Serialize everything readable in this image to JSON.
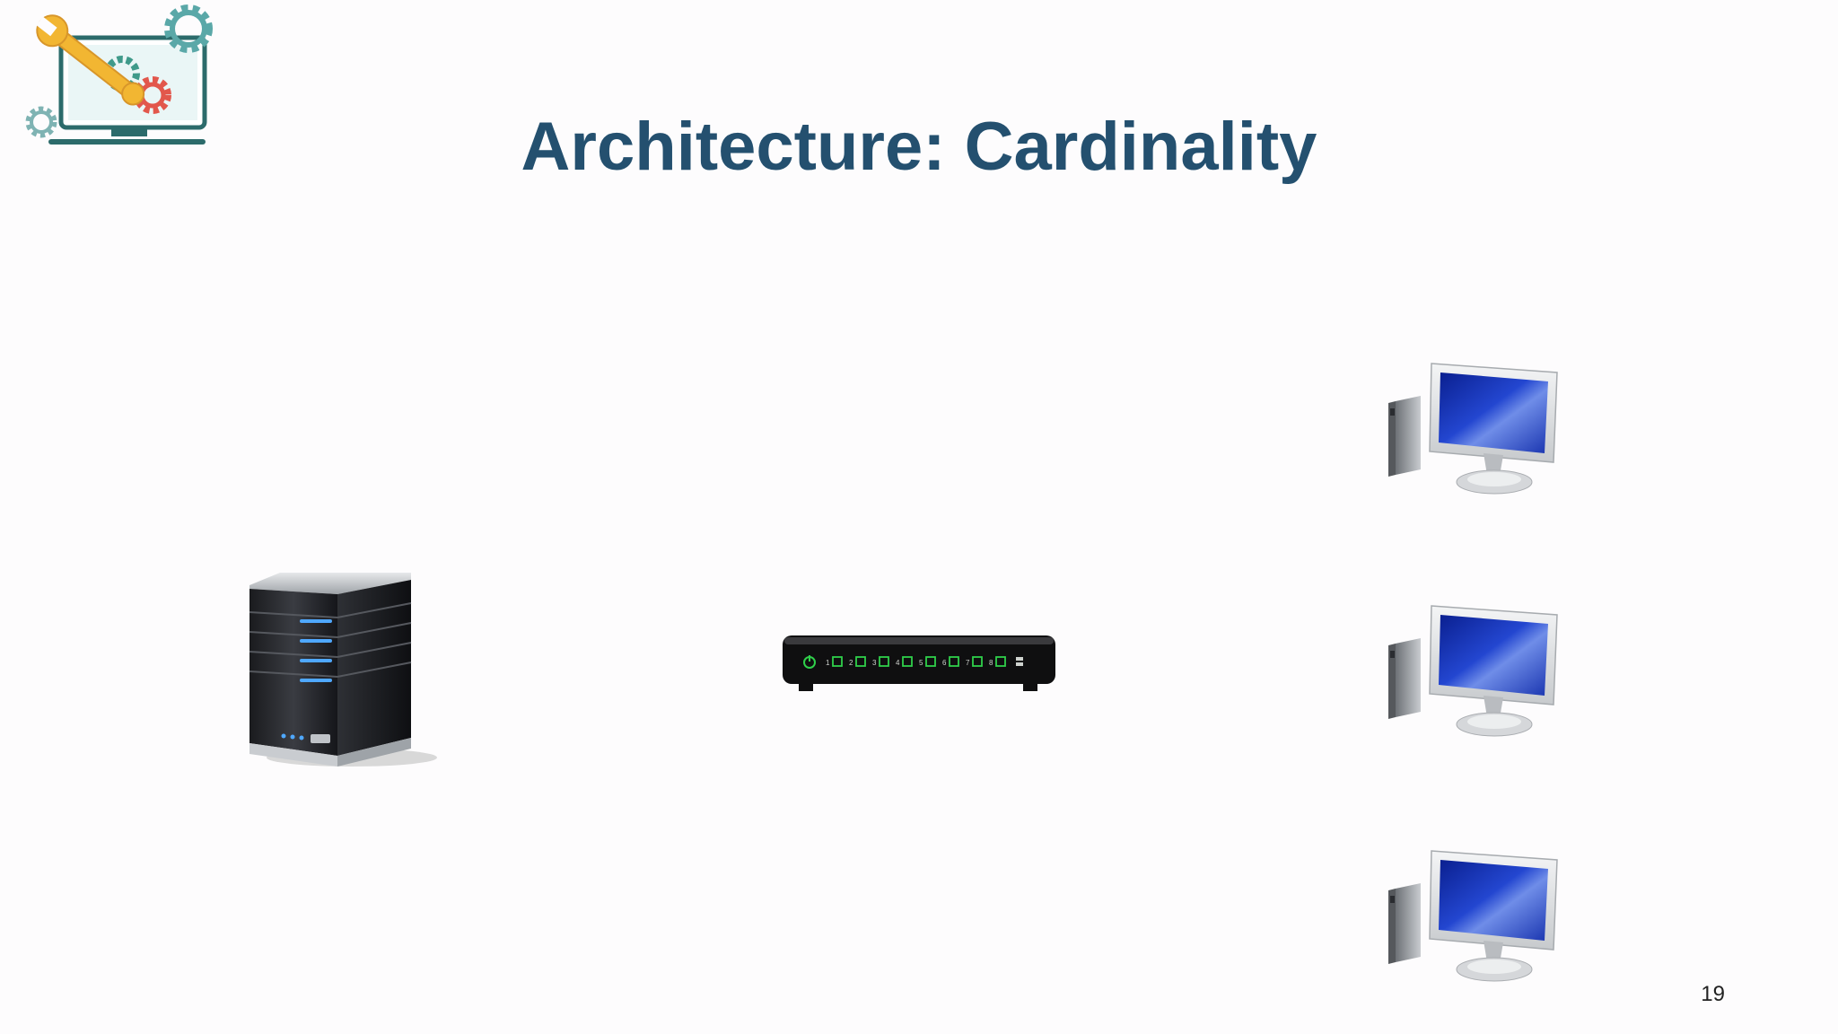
{
  "slide": {
    "title": "Architecture: Cardinality",
    "page_number": "19"
  },
  "diagram": {
    "nodes": [
      {
        "type": "server",
        "icon": "server-icon"
      },
      {
        "type": "switch",
        "icon": "network-switch-icon",
        "port_labels": [
          "1",
          "2",
          "3",
          "4",
          "5",
          "6",
          "7",
          "8"
        ]
      },
      {
        "type": "computer",
        "icon": "desktop-computer-icon"
      },
      {
        "type": "computer",
        "icon": "desktop-computer-icon"
      },
      {
        "type": "computer",
        "icon": "desktop-computer-icon"
      }
    ]
  },
  "colors": {
    "title": "#24506f",
    "background": "#fdfcfd",
    "screen_blue": "#1f3fb8",
    "led_green": "#2fcf4a",
    "server_blue_light": "#4fa8ff"
  }
}
